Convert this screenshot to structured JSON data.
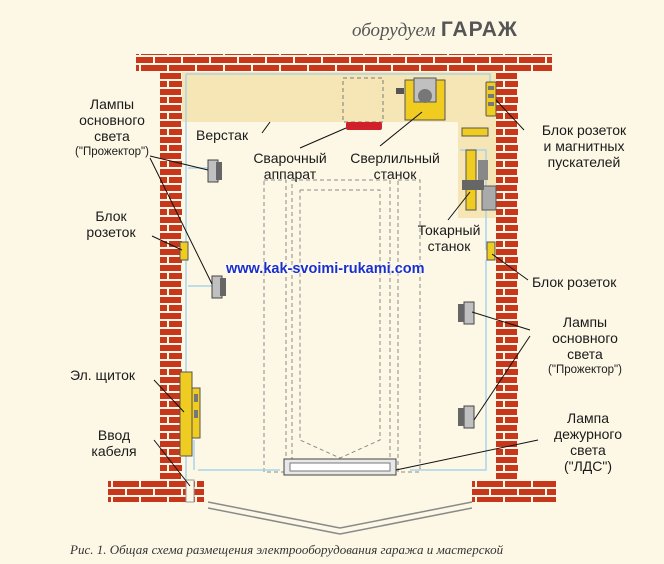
{
  "header": {
    "prefix": "оборудуем",
    "title": "ГАРАЖ"
  },
  "website": "www.kak-svoimi-rukami.com",
  "caption": "Рис. 1. Общая схема размещения электрооборудования гаража и мастерской",
  "labels": {
    "lamps_left": [
      "Лампы",
      "основного",
      "света",
      "(\"Прожектор\")"
    ],
    "workbench": "Верстак",
    "welder": [
      "Сварочный",
      "аппарат"
    ],
    "drill": [
      "Сверлильный",
      "станок"
    ],
    "sockets_magnetic": [
      "Блок розеток",
      "и магнитных",
      "пускателей"
    ],
    "sockets_left": [
      "Блок",
      "розеток"
    ],
    "lathe": [
      "Токарный",
      "станок"
    ],
    "sockets_right": "Блок розеток",
    "lamps_right": [
      "Лампы",
      "основного",
      "света",
      "(\"Прожектор\")"
    ],
    "panel": "Эл. щиток",
    "cable": [
      "Ввод",
      "кабеля"
    ],
    "standby_lamp": [
      "Лампа",
      "дежурного",
      "света",
      "(\"ЛДС\")"
    ]
  },
  "colors": {
    "brick": "#c8361b",
    "mortar": "#fdf8e6",
    "device": "#f0cc20",
    "wire": "#a9d4ea",
    "accent_blue": "#1b2fc9"
  }
}
